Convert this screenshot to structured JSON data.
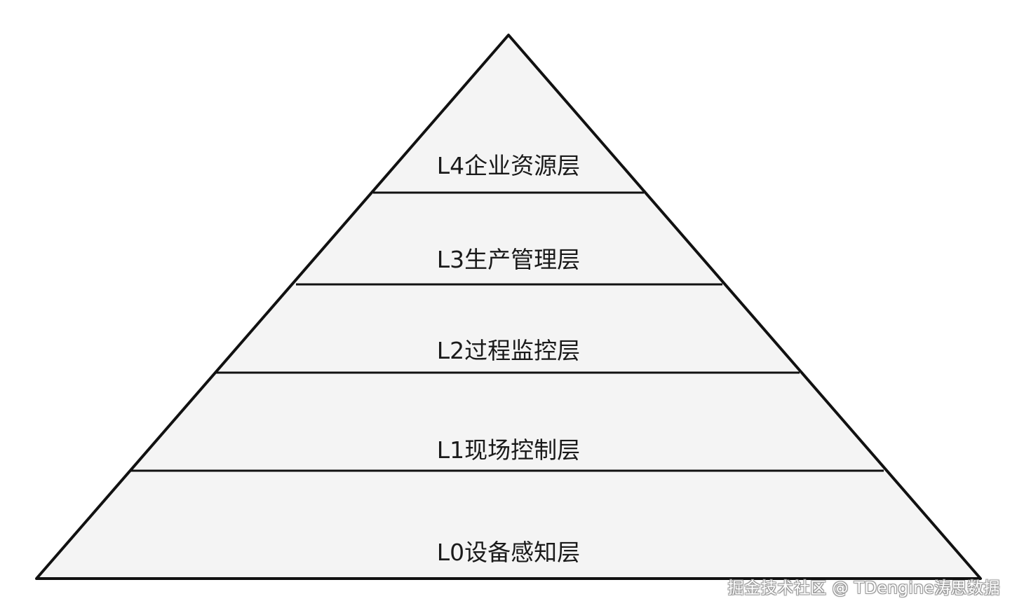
{
  "diagram": {
    "type": "pyramid",
    "fill_color": "#f4f4f4",
    "stroke_color": "#111111",
    "layers": [
      {
        "label": "L4企业资源层"
      },
      {
        "label": "L3生产管理层"
      },
      {
        "label": "L2过程监控层"
      },
      {
        "label": "L1现场控制层"
      },
      {
        "label": "L0设备感知层"
      }
    ]
  },
  "watermark": "掘金技术社区 @ TDengine涛思数据"
}
